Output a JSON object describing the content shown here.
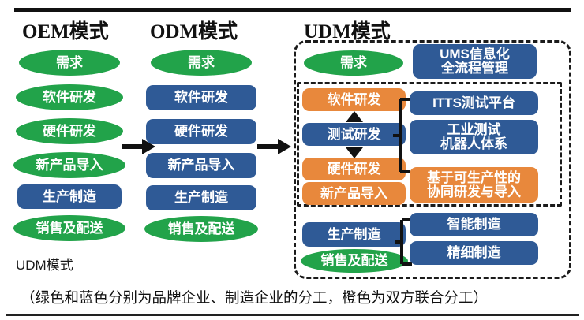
{
  "rules": {
    "top": "divider-line",
    "bottom": "divider-line"
  },
  "titles": {
    "oem": "OEM模式",
    "odm": "ODM模式",
    "udm": "UDM模式"
  },
  "colors": {
    "green": "#22a34a",
    "blue": "#2f5a96",
    "orange": "#e8883c",
    "dashed_border": "#1b1b1b",
    "text_on_shape": "#ffffff"
  },
  "legend": {
    "sublabel": "UDM模式",
    "caption": "（绿色和蓝色分别为品牌企业、制造企业的分工，橙色为双方联合分工）"
  },
  "oem_column": {
    "label": "OEM模式",
    "items": [
      {
        "text": "需求",
        "color": "green",
        "shape": "ellipse"
      },
      {
        "text": "软件研发",
        "color": "green",
        "shape": "ellipse"
      },
      {
        "text": "硬件研发",
        "color": "green",
        "shape": "ellipse"
      },
      {
        "text": "新产品导入",
        "color": "green",
        "shape": "ellipse"
      },
      {
        "text": "生产制造",
        "color": "blue",
        "shape": "rrect"
      },
      {
        "text": "销售及配送",
        "color": "green",
        "shape": "ellipse"
      }
    ]
  },
  "odm_column": {
    "label": "ODM模式",
    "items": [
      {
        "text": "需求",
        "color": "green",
        "shape": "ellipse"
      },
      {
        "text": "软件研发",
        "color": "blue",
        "shape": "rrect"
      },
      {
        "text": "硬件研发",
        "color": "blue",
        "shape": "rrect"
      },
      {
        "text": "新产品导入",
        "color": "blue",
        "shape": "rrect"
      },
      {
        "text": "生产制造",
        "color": "blue",
        "shape": "rrect"
      },
      {
        "text": "销售及配送",
        "color": "green",
        "shape": "ellipse"
      }
    ]
  },
  "udm_column": {
    "label": "UDM模式",
    "left_items": [
      {
        "text": "需求",
        "color": "green",
        "shape": "ellipse"
      },
      {
        "text": "软件研发",
        "color": "orange",
        "shape": "rrect"
      },
      {
        "text": "测试研发",
        "color": "blue",
        "shape": "rrect"
      },
      {
        "text": "硬件研发",
        "color": "orange",
        "shape": "rrect"
      },
      {
        "text": "新产品导入",
        "color": "orange",
        "shape": "rrect"
      },
      {
        "text": "生产制造",
        "color": "blue",
        "shape": "rrect"
      },
      {
        "text": "销售及配送",
        "color": "green",
        "shape": "ellipse"
      }
    ],
    "right_items": [
      {
        "text": "UMS信息化\n全流程管理",
        "color": "blue",
        "shape": "rrect"
      },
      {
        "text": "ITTS测试平台",
        "color": "blue",
        "shape": "rrect"
      },
      {
        "text": "工业测试\n机器人体系",
        "color": "blue",
        "shape": "rrect"
      },
      {
        "text": "基于可生产性的\n协同研发与导入",
        "color": "orange",
        "shape": "rrect"
      },
      {
        "text": "智能制造",
        "color": "blue",
        "shape": "rrect"
      },
      {
        "text": "精细制造",
        "color": "blue",
        "shape": "rrect"
      }
    ]
  },
  "connectors": {
    "oem_to_odm": "arrow-right",
    "odm_to_udm": "arrow-right",
    "software_up": "arrow-up",
    "hardware_down": "arrow-down",
    "test_bracket": "bracket-right",
    "manufacturing_bracket": "bracket-right"
  }
}
